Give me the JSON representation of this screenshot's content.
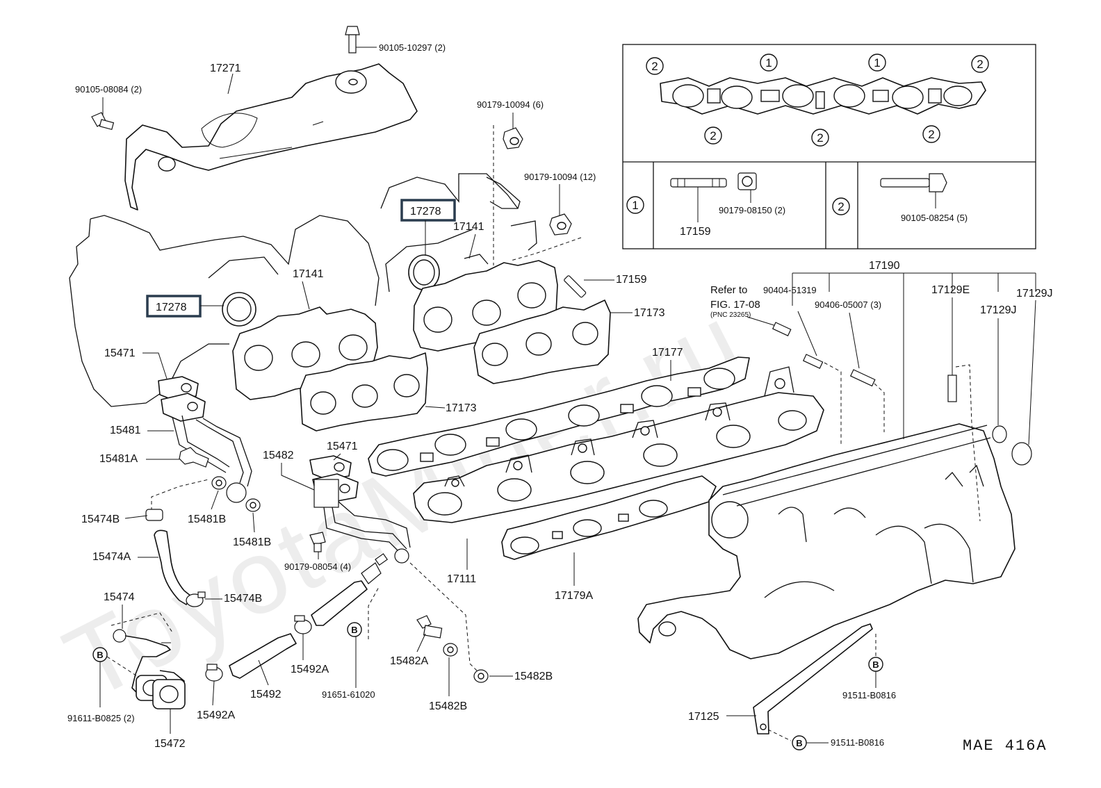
{
  "watermark": "ToyotaMiner.ru",
  "diagram_code": "MAE 416A",
  "refer_note": {
    "line1": "Refer to",
    "line2": "FIG. 17-08",
    "line3": "(PNC 23265)"
  },
  "callout_symbols": {
    "one": "1",
    "two": "2",
    "b": "B"
  },
  "labels": {
    "p90105_10297": "90105-10297 (2)",
    "p17271": "17271",
    "p90105_08084": "90105-08084 (2)",
    "p90179_10094_6": "90179-10094 (6)",
    "p90179_10094_12": "90179-10094 (12)",
    "p17278_a": "17278",
    "p17278_b": "17278",
    "p17141_a": "17141",
    "p17141_b": "17141",
    "p17159": "17159",
    "p17173_a": "17173",
    "p17173_b": "17173",
    "p17177": "17177",
    "p15471_a": "15471",
    "p15471_b": "15471",
    "p15481": "15481",
    "p15481A": "15481A",
    "p15481B_a": "15481B",
    "p15481B_b": "15481B",
    "p15474B_a": "15474B",
    "p15474B_b": "15474B",
    "p15474A": "15474A",
    "p15474": "15474",
    "p15472": "15472",
    "p91611_B0825": "91611-B0825 (2)",
    "p15482": "15482",
    "p90179_08054": "90179-08054 (4)",
    "p15492": "15492",
    "p15492A_a": "15492A",
    "p15492A_b": "15492A",
    "p91651_61020": "91651-61020",
    "p15482A": "15482A",
    "p15482B_a": "15482B",
    "p15482B_b": "15482B",
    "p17111": "17111",
    "p17179A": "17179A",
    "p17190": "17190",
    "p90404_51319": "90404-51319",
    "p90406_05007": "90406-05007 (3)",
    "p17129E": "17129E",
    "p17129J_a": "17129J",
    "p17129J_b": "17129J",
    "p17125": "17125",
    "p91511_B0816_a": "91511-B0816",
    "p91511_B0816_b": "91511-B0816",
    "inset_17159": "17159",
    "inset_90179_08150": "90179-08150 (2)",
    "inset_90105_08254": "90105-08254 (5)"
  },
  "highlighted_parts": [
    "17278",
    "17278"
  ]
}
